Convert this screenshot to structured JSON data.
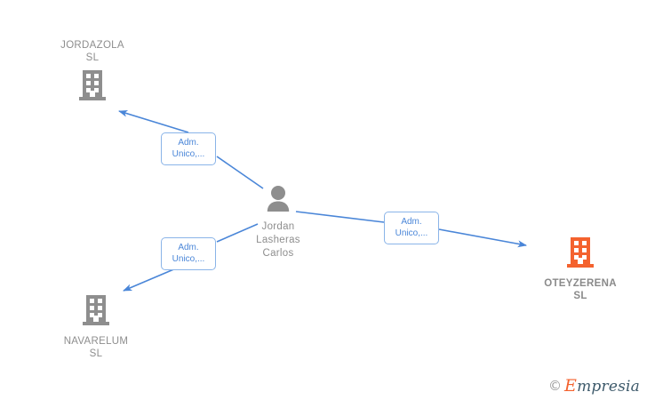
{
  "diagram": {
    "type": "relationship-graph",
    "colors": {
      "edge": "#4a86d8",
      "company_gray": "#8e8e8e",
      "company_orange": "#f4622e",
      "label_border": "#8ab4e8",
      "label_text": "#4a86d8",
      "node_text": "#8e8e8e"
    },
    "nodes": [
      {
        "id": "jordazola",
        "label": "JORDAZOLA\nSL",
        "icon": "company-building-icon",
        "icon_color": "#8e8e8e",
        "kind": "company",
        "emphasis": "normal"
      },
      {
        "id": "person",
        "label": "Jordan\nLasheras\nCarlos",
        "icon": "person-avatar-icon",
        "icon_color": "#8e8e8e",
        "kind": "person",
        "emphasis": "normal"
      },
      {
        "id": "navarelum",
        "label": "NAVARELUM\nSL",
        "icon": "company-building-icon",
        "icon_color": "#8e8e8e",
        "kind": "company",
        "emphasis": "normal"
      },
      {
        "id": "oteyzerena",
        "label": "OTEYZERENA\nSL",
        "icon": "company-building-icon",
        "icon_color": "#f4622e",
        "kind": "company",
        "emphasis": "bold"
      }
    ],
    "edges": [
      {
        "id": "edge-jordazola",
        "from": "person",
        "to": "jordazola",
        "label": "Adm.\nUnico,...",
        "arrow": "to"
      },
      {
        "id": "edge-navarelum",
        "from": "person",
        "to": "navarelum",
        "label": "Adm.\nUnico,...",
        "arrow": "to"
      },
      {
        "id": "edge-oteyzerena",
        "from": "person",
        "to": "oteyzerena",
        "label": "Adm.\nUnico,...",
        "arrow": "to"
      }
    ]
  },
  "watermark": {
    "copyright": "©",
    "brand_initial": "E",
    "brand_rest": "mpresia"
  }
}
